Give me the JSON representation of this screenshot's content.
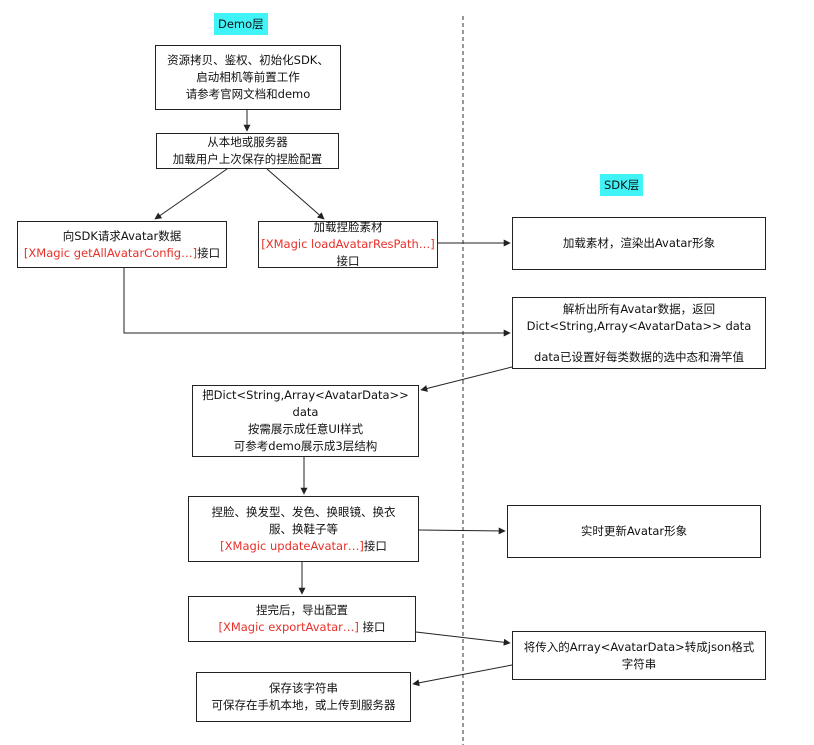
{
  "layers": {
    "demo": "Demo层",
    "sdk": "SDK层"
  },
  "boxes": {
    "init": [
      "资源拷贝、鉴权、初始化SDK、",
      "启动相机等前置工作",
      "请参考官网文档和demo"
    ],
    "load_config": [
      "从本地或服务器",
      "加载用户上次保存的捏脸配置"
    ],
    "request": {
      "line1": "向SDK请求Avatar数据",
      "api": "[XMagic getAllAvatarConfig…]",
      "suffix": "接口"
    },
    "load_res": {
      "line1": "加载捏脸素材",
      "api": "[XMagic loadAvatarResPath…]",
      "line3": "接口"
    },
    "sdk_load": "加载素材，渲染出Avatar形象",
    "sdk_parse": [
      "解析出所有Avatar数据，返回",
      "Dict<String,Array<AvatarData>>  data",
      "",
      "data已设置好每类数据的选中态和滑竿值"
    ],
    "show_ui": [
      "把Dict<String,Array<AvatarData>>",
      "data",
      "按需展示成任意UI样式",
      "可参考demo展示成3层结构"
    ],
    "edit": {
      "line1": "捏脸、换发型、发色、换眼镜、换衣",
      "line2": "服、换鞋子等",
      "api": "[XMagic updateAvatar…]",
      "suffix": "接口"
    },
    "sdk_update": "实时更新Avatar形象",
    "export": {
      "line1": "捏完后，导出配置",
      "api": "[XMagic exportAvatar…]",
      "suffix": " 接口"
    },
    "sdk_json": [
      "将传入的Array<AvatarData>转成json格式",
      "字符串"
    ],
    "save": [
      "保存该字符串",
      "可保存在手机本地，或上传到服务器"
    ]
  },
  "colors": {
    "api_text": "#e8302a",
    "layer_tag": "#3ff3f6",
    "line": "#222222"
  }
}
